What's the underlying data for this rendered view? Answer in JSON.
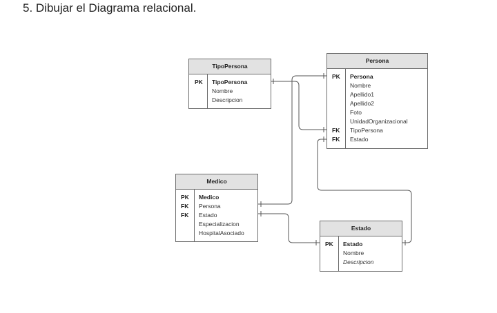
{
  "heading": "5. Dibujar el Diagrama relacional.",
  "entities": {
    "tipopersona": {
      "name": "TipoPersona",
      "rows": [
        {
          "key": "PK",
          "attr": "TipoPersona",
          "pk": true
        },
        {
          "key": "",
          "attr": "Nombre"
        },
        {
          "key": "",
          "attr": "Descripcion"
        }
      ]
    },
    "persona": {
      "name": "Persona",
      "rows": [
        {
          "key": "PK",
          "attr": "Persona",
          "pk": true
        },
        {
          "key": "",
          "attr": "Nombre"
        },
        {
          "key": "",
          "attr": "Apellido1"
        },
        {
          "key": "",
          "attr": "Apellido2"
        },
        {
          "key": "",
          "attr": "Foto"
        },
        {
          "key": "",
          "attr": "UnidadOrganizacional"
        },
        {
          "key": "FK",
          "attr": "TipoPersona"
        },
        {
          "key": "FK",
          "attr": "Estado"
        }
      ]
    },
    "medico": {
      "name": "Medico",
      "rows": [
        {
          "key": "PK",
          "attr": "Medico",
          "pk": true
        },
        {
          "key": "FK",
          "attr": "Persona"
        },
        {
          "key": "FK",
          "attr": "Estado"
        },
        {
          "key": "",
          "attr": "Especializacion"
        },
        {
          "key": "",
          "attr": "HospitalAsociado"
        }
      ]
    },
    "estado": {
      "name": "Estado",
      "rows": [
        {
          "key": "PK",
          "attr": "Estado",
          "pk": true
        },
        {
          "key": "",
          "attr": "Nombre"
        },
        {
          "key": "",
          "attr": "Descripcion",
          "italic": true
        }
      ]
    }
  }
}
